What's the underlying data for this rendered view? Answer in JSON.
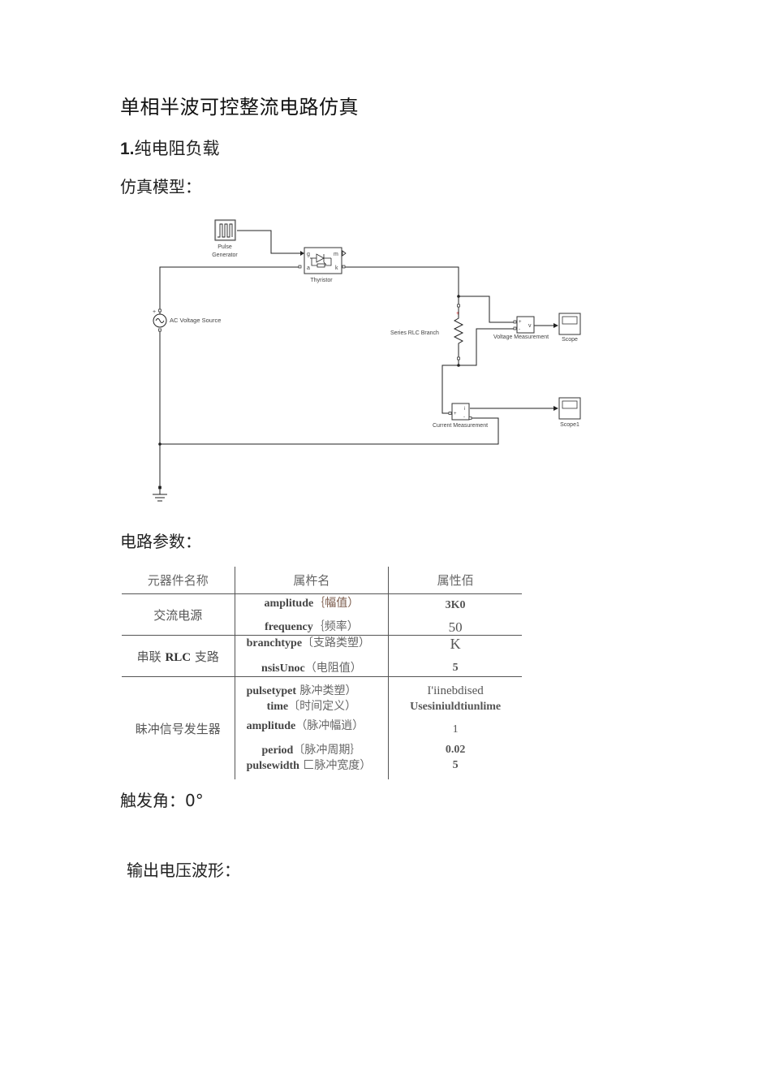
{
  "document": {
    "title": "单相半波可控整流电路仿真",
    "section": {
      "number": "1.",
      "label": "纯电阻负载"
    },
    "model_label": "仿真模型：",
    "params_label": "电路参数：",
    "firing_angle": "触发角：0°",
    "output_label": "输出电压波形："
  },
  "diagram": {
    "blocks": {
      "pulse_generator": [
        "Pulse",
        "Generator"
      ],
      "thyristor": "Thyristor",
      "thyristor_ports": {
        "g": "g",
        "m": "m",
        "a": "a",
        "k": "k"
      },
      "ac_source": "AC Voltage Source",
      "rlc_branch": "Series RLC Branch",
      "voltage_measurement": "Voltage Measurement",
      "voltage_port": "v",
      "scope": "Scope",
      "current_measurement": "Current Measurement",
      "current_port": "i",
      "scope1": "Scope1",
      "plus": "+",
      "minus": "-"
    }
  },
  "table": {
    "headers": [
      "元器件名称",
      "属杵名",
      "属性佰"
    ],
    "groups": [
      {
        "component": "交流电源",
        "rows": [
          {
            "prop": "amplitude",
            "cn": "｛幅值）",
            "value": "3K0",
            "bold": true
          },
          {
            "prop": "frequency",
            "cn": "｛频率）",
            "value": "50",
            "bold": false
          }
        ]
      },
      {
        "component_pre": "串联",
        "component_bold": "RLC",
        "component_post": "支路",
        "rows": [
          {
            "prop": "branchtype",
            "cn": "〔支路类塑）",
            "value": "K",
            "bold": false
          },
          {
            "prop": "nsisUnoc",
            "cn": "（电阻值）",
            "value": "5",
            "bold": true
          }
        ]
      },
      {
        "component": "眛冲信号发生器",
        "rows": [
          {
            "prop": "pulsetypet",
            "cn": "脉冲类塑）",
            "value": "I'iinebdised",
            "bold": false
          },
          {
            "prop": "time",
            "cn": "〔时间定义）",
            "value": "Usesiniuldtiunlime",
            "bold": true
          },
          {
            "prop": "amplitude",
            "cn": "（脉冲幅逍）",
            "value": "1",
            "bold": false
          },
          {
            "prop": "period",
            "cn": "〔脉冲周期｝",
            "value": "0.02",
            "bold": true
          },
          {
            "prop": "pulsewidth",
            "cn": "匚脉冲宽度）",
            "value": "5",
            "bold": true
          }
        ]
      }
    ]
  }
}
